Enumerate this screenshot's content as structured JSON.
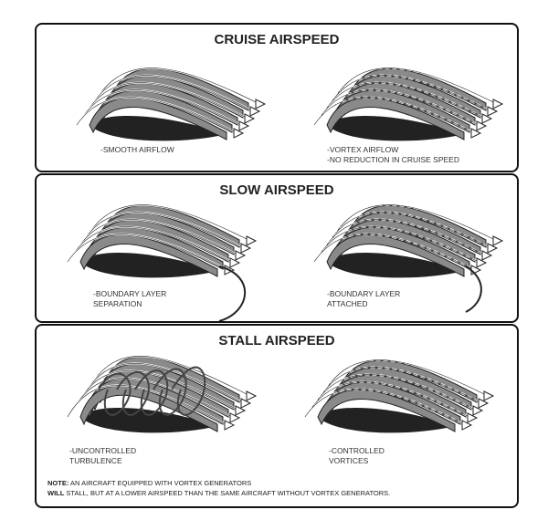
{
  "panels": [
    {
      "title": "CRUISE AIRSPEED",
      "left_caption": [
        "-SMOOTH AIRFLOW"
      ],
      "right_caption": [
        "-VORTEX AIRFLOW",
        "-NO REDUCTION IN CRUISE SPEED"
      ]
    },
    {
      "title": "SLOW AIRSPEED",
      "left_caption": [
        "-BOUNDARY LAYER",
        "SEPARATION"
      ],
      "right_caption": [
        "-BOUNDARY LAYER",
        "ATTACHED"
      ]
    },
    {
      "title": "STALL AIRSPEED",
      "left_caption": [
        "-UNCONTROLLED",
        "TURBULENCE"
      ],
      "right_caption": [
        "-CONTROLLED",
        "VORTICES"
      ]
    }
  ],
  "note": {
    "label": "NOTE:",
    "line1": "AN AIRCRAFT EQUIPPED WITH VORTEX GENERATORS",
    "line2_bold": "WILL",
    "line2": "STALL, BUT AT A LOWER AIRSPEED THAN THE SAME  AIRCRAFT WITHOUT VORTEX GENERATORS."
  }
}
